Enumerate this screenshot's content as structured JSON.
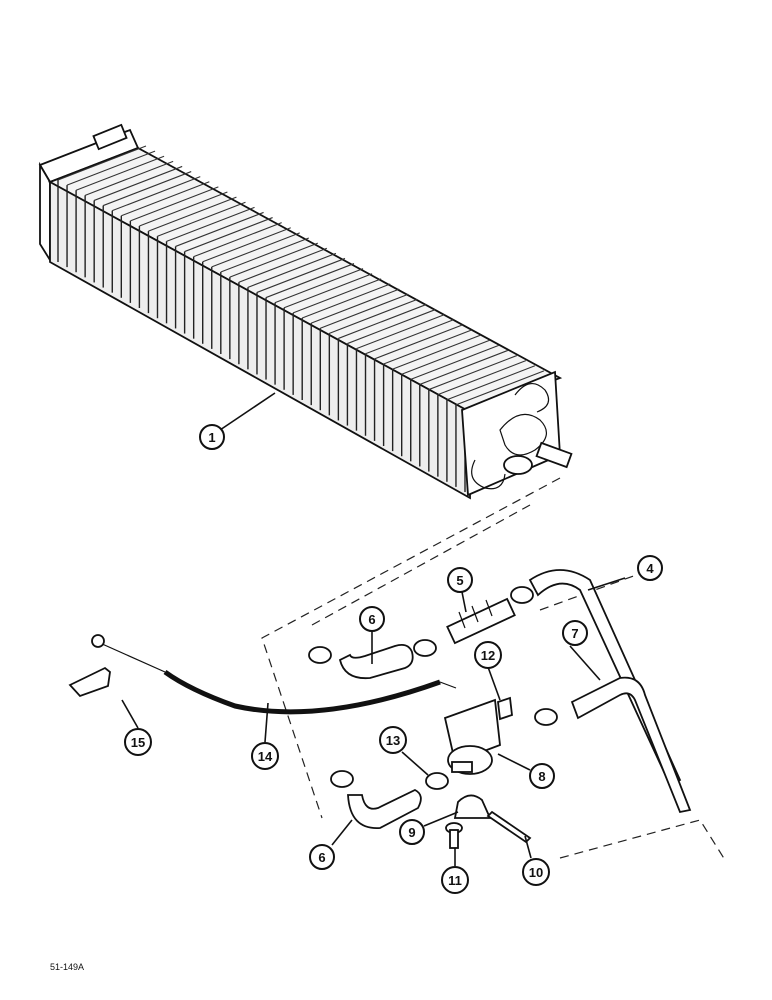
{
  "figure_id": "51-149A",
  "callouts": [
    {
      "label": "1",
      "part": "heater-core"
    },
    {
      "label": "4",
      "part": "hose"
    },
    {
      "label": "5",
      "part": "connector-fitting"
    },
    {
      "label": "6",
      "part": "hose-upper"
    },
    {
      "label": "6",
      "part": "hose-lower"
    },
    {
      "label": "7",
      "part": "hose"
    },
    {
      "label": "8",
      "part": "water-valve"
    },
    {
      "label": "9",
      "part": "bracket"
    },
    {
      "label": "10",
      "part": "cable-tie"
    },
    {
      "label": "11",
      "part": "screw"
    },
    {
      "label": "12",
      "part": "clip"
    },
    {
      "label": "13",
      "part": "hose-clamp"
    },
    {
      "label": "14",
      "part": "control-cable"
    },
    {
      "label": "15",
      "part": "cable-bracket"
    }
  ]
}
